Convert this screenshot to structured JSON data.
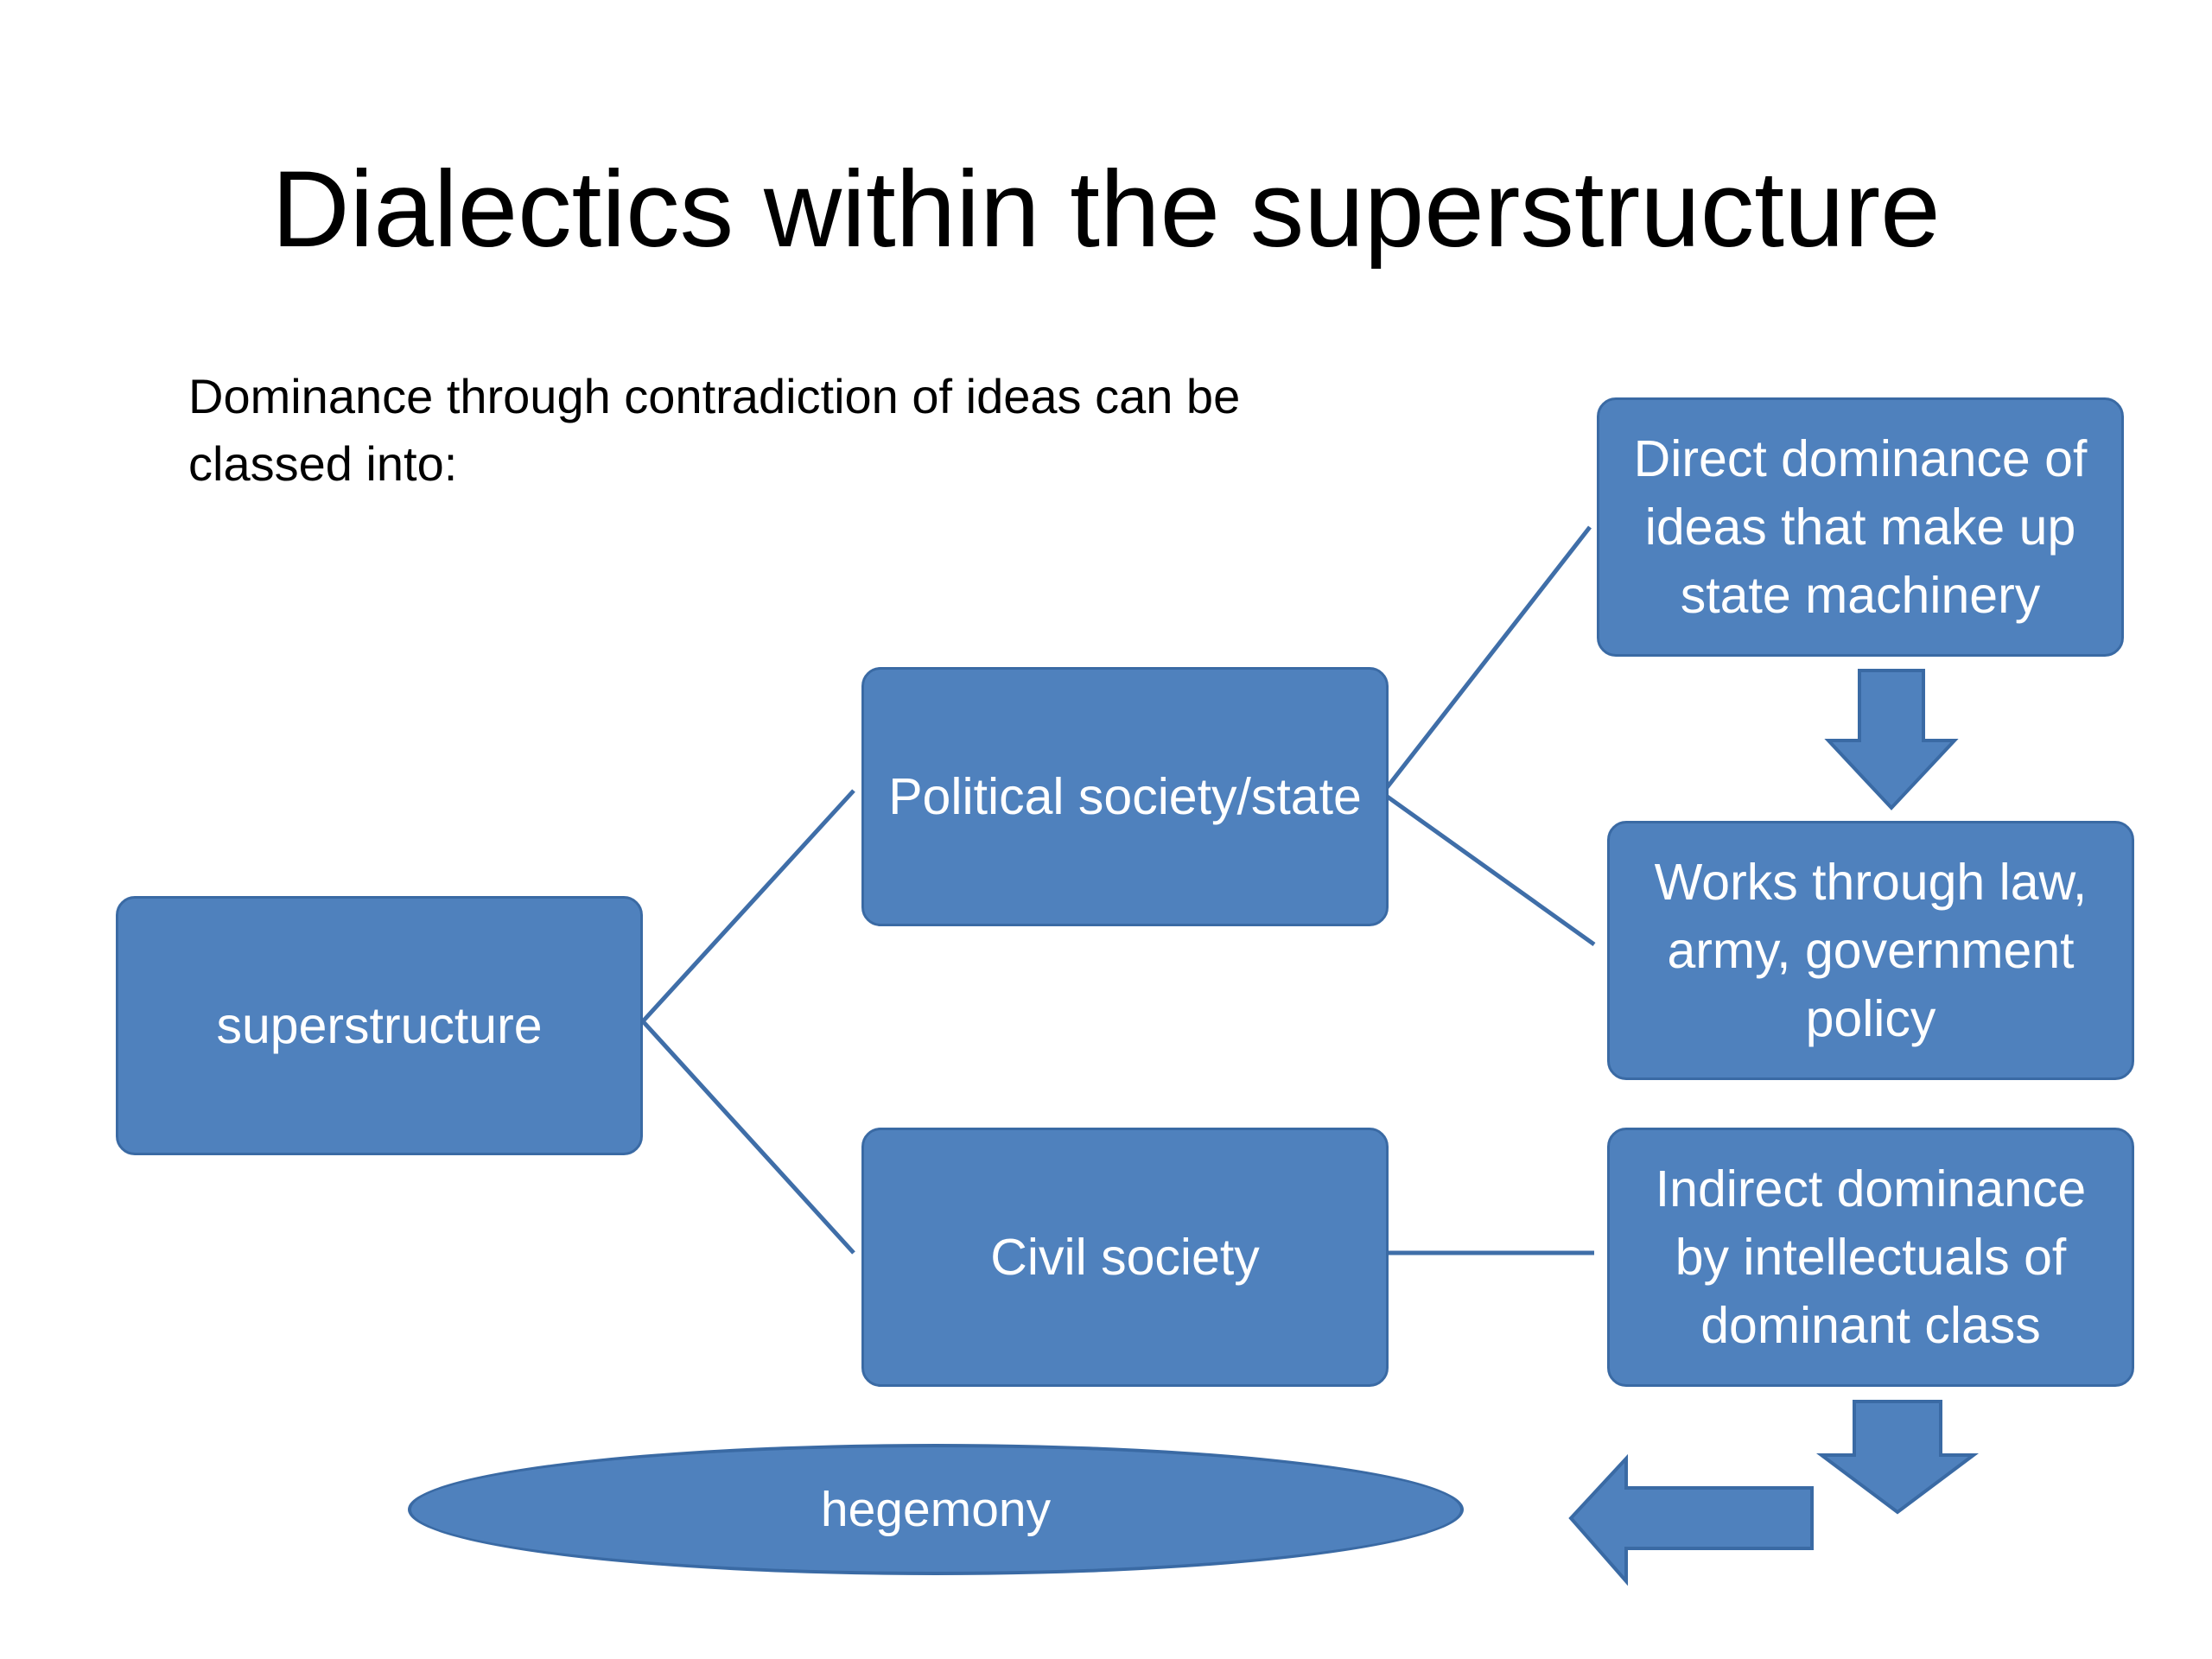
{
  "title": "Dialectics within the superstructure",
  "intro": "Dominance through contradiction of ideas can be classed into:",
  "nodes": {
    "superstructure": "superstructure",
    "political": "Political society/state",
    "civil": "Civil society",
    "direct": "Direct dominance of ideas that make up state machinery",
    "works": "Works through law, army, government policy",
    "indirect": "Indirect dominance by intellectuals of dominant class",
    "hegemony": "hegemony"
  },
  "colors": {
    "box_fill": "#4f81bd",
    "box_border": "#3a6aa4",
    "connector": "#3f6ea8"
  }
}
